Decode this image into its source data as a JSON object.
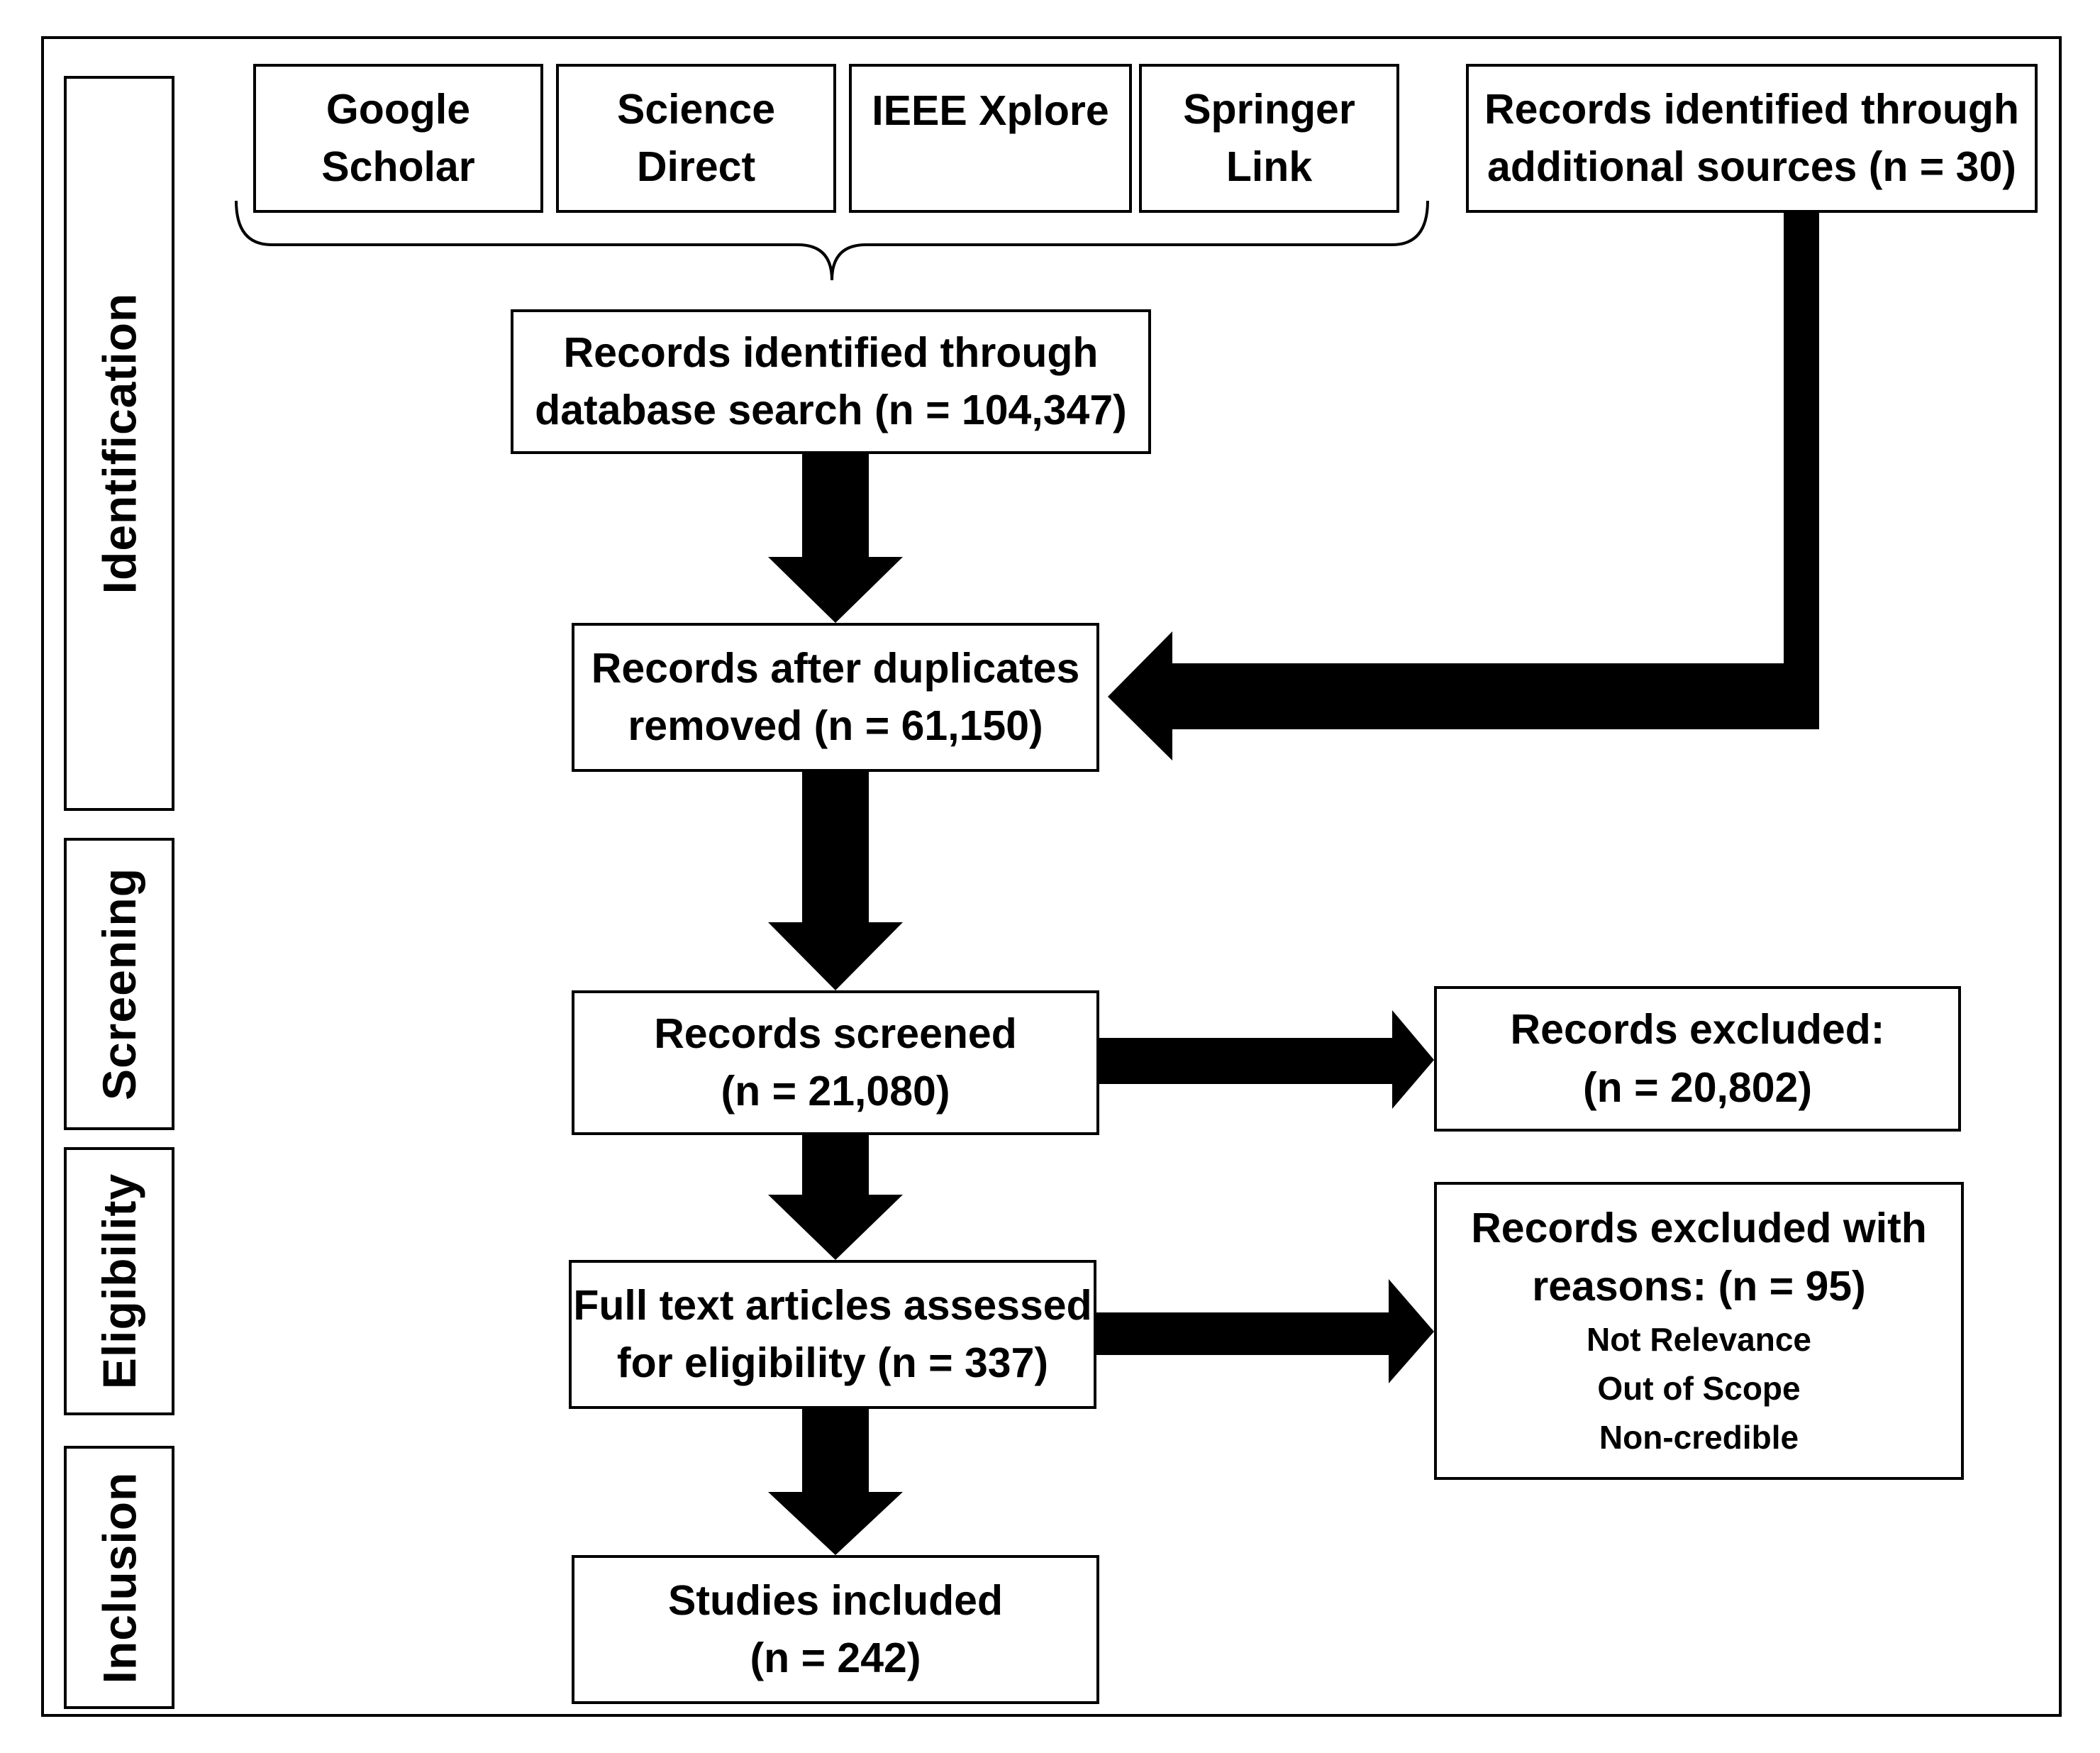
{
  "stages": [
    {
      "label": "Identification"
    },
    {
      "label": "Screening"
    },
    {
      "label": "Eligibility"
    },
    {
      "label": "Inclusion"
    }
  ],
  "databases": [
    {
      "lines": [
        "Google",
        "Scholar"
      ]
    },
    {
      "lines": [
        "Science",
        "Direct"
      ]
    },
    {
      "lines": [
        "IEEE Xplore"
      ]
    },
    {
      "lines": [
        "Springer",
        "Link"
      ]
    }
  ],
  "additional_sources": {
    "lines": [
      "Records identified through",
      "additional sources (n = 30)"
    ]
  },
  "database_search": {
    "lines": [
      "Records identified through",
      "database search (n = 104,347)"
    ]
  },
  "duplicates_removed": {
    "lines": [
      "Records after duplicates",
      "removed (n = 61,150)"
    ]
  },
  "screened": {
    "lines": [
      "Records screened",
      "(n = 21,080)"
    ]
  },
  "excluded": {
    "lines": [
      "Records excluded:",
      "(n = 20,802)"
    ]
  },
  "full_text": {
    "lines": [
      "Full text articles assessed",
      "for eligibility (n = 337)"
    ]
  },
  "excluded_reasons": {
    "lines": [
      "Records excluded with",
      "reasons: (n = 95)"
    ],
    "reasons": [
      "Not Relevance",
      "Out of Scope",
      "Non-credible"
    ]
  },
  "included": {
    "lines": [
      "Studies included",
      "(n = 242)"
    ]
  }
}
